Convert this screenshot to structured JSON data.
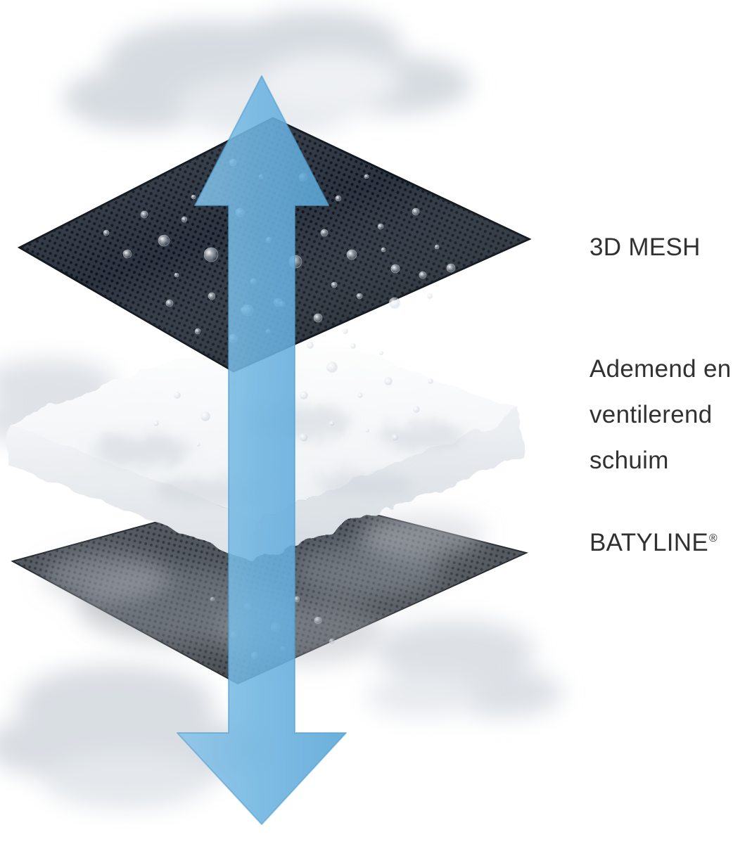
{
  "diagram": {
    "type": "layered-material-exploded-diagram",
    "labels": {
      "mesh": "3D MESH",
      "foam_line1": "Ademend en",
      "foam_line2": "ventilerend",
      "foam_line3": "schuim",
      "batyline": "BATYLINE",
      "batyline_mark": "®"
    },
    "layers": [
      {
        "id": "3d-mesh",
        "description_label": "3D MESH"
      },
      {
        "id": "foam",
        "description_label": "Ademend en ventilerend schuim"
      },
      {
        "id": "batyline",
        "description_label": "BATYLINE®"
      }
    ],
    "colors": {
      "arrow": "#6fb4e0",
      "top_mesh": "#28313c",
      "bottom_mesh": "#4b5158",
      "foam": "#f4f6f8",
      "label_text": "#313131"
    }
  }
}
